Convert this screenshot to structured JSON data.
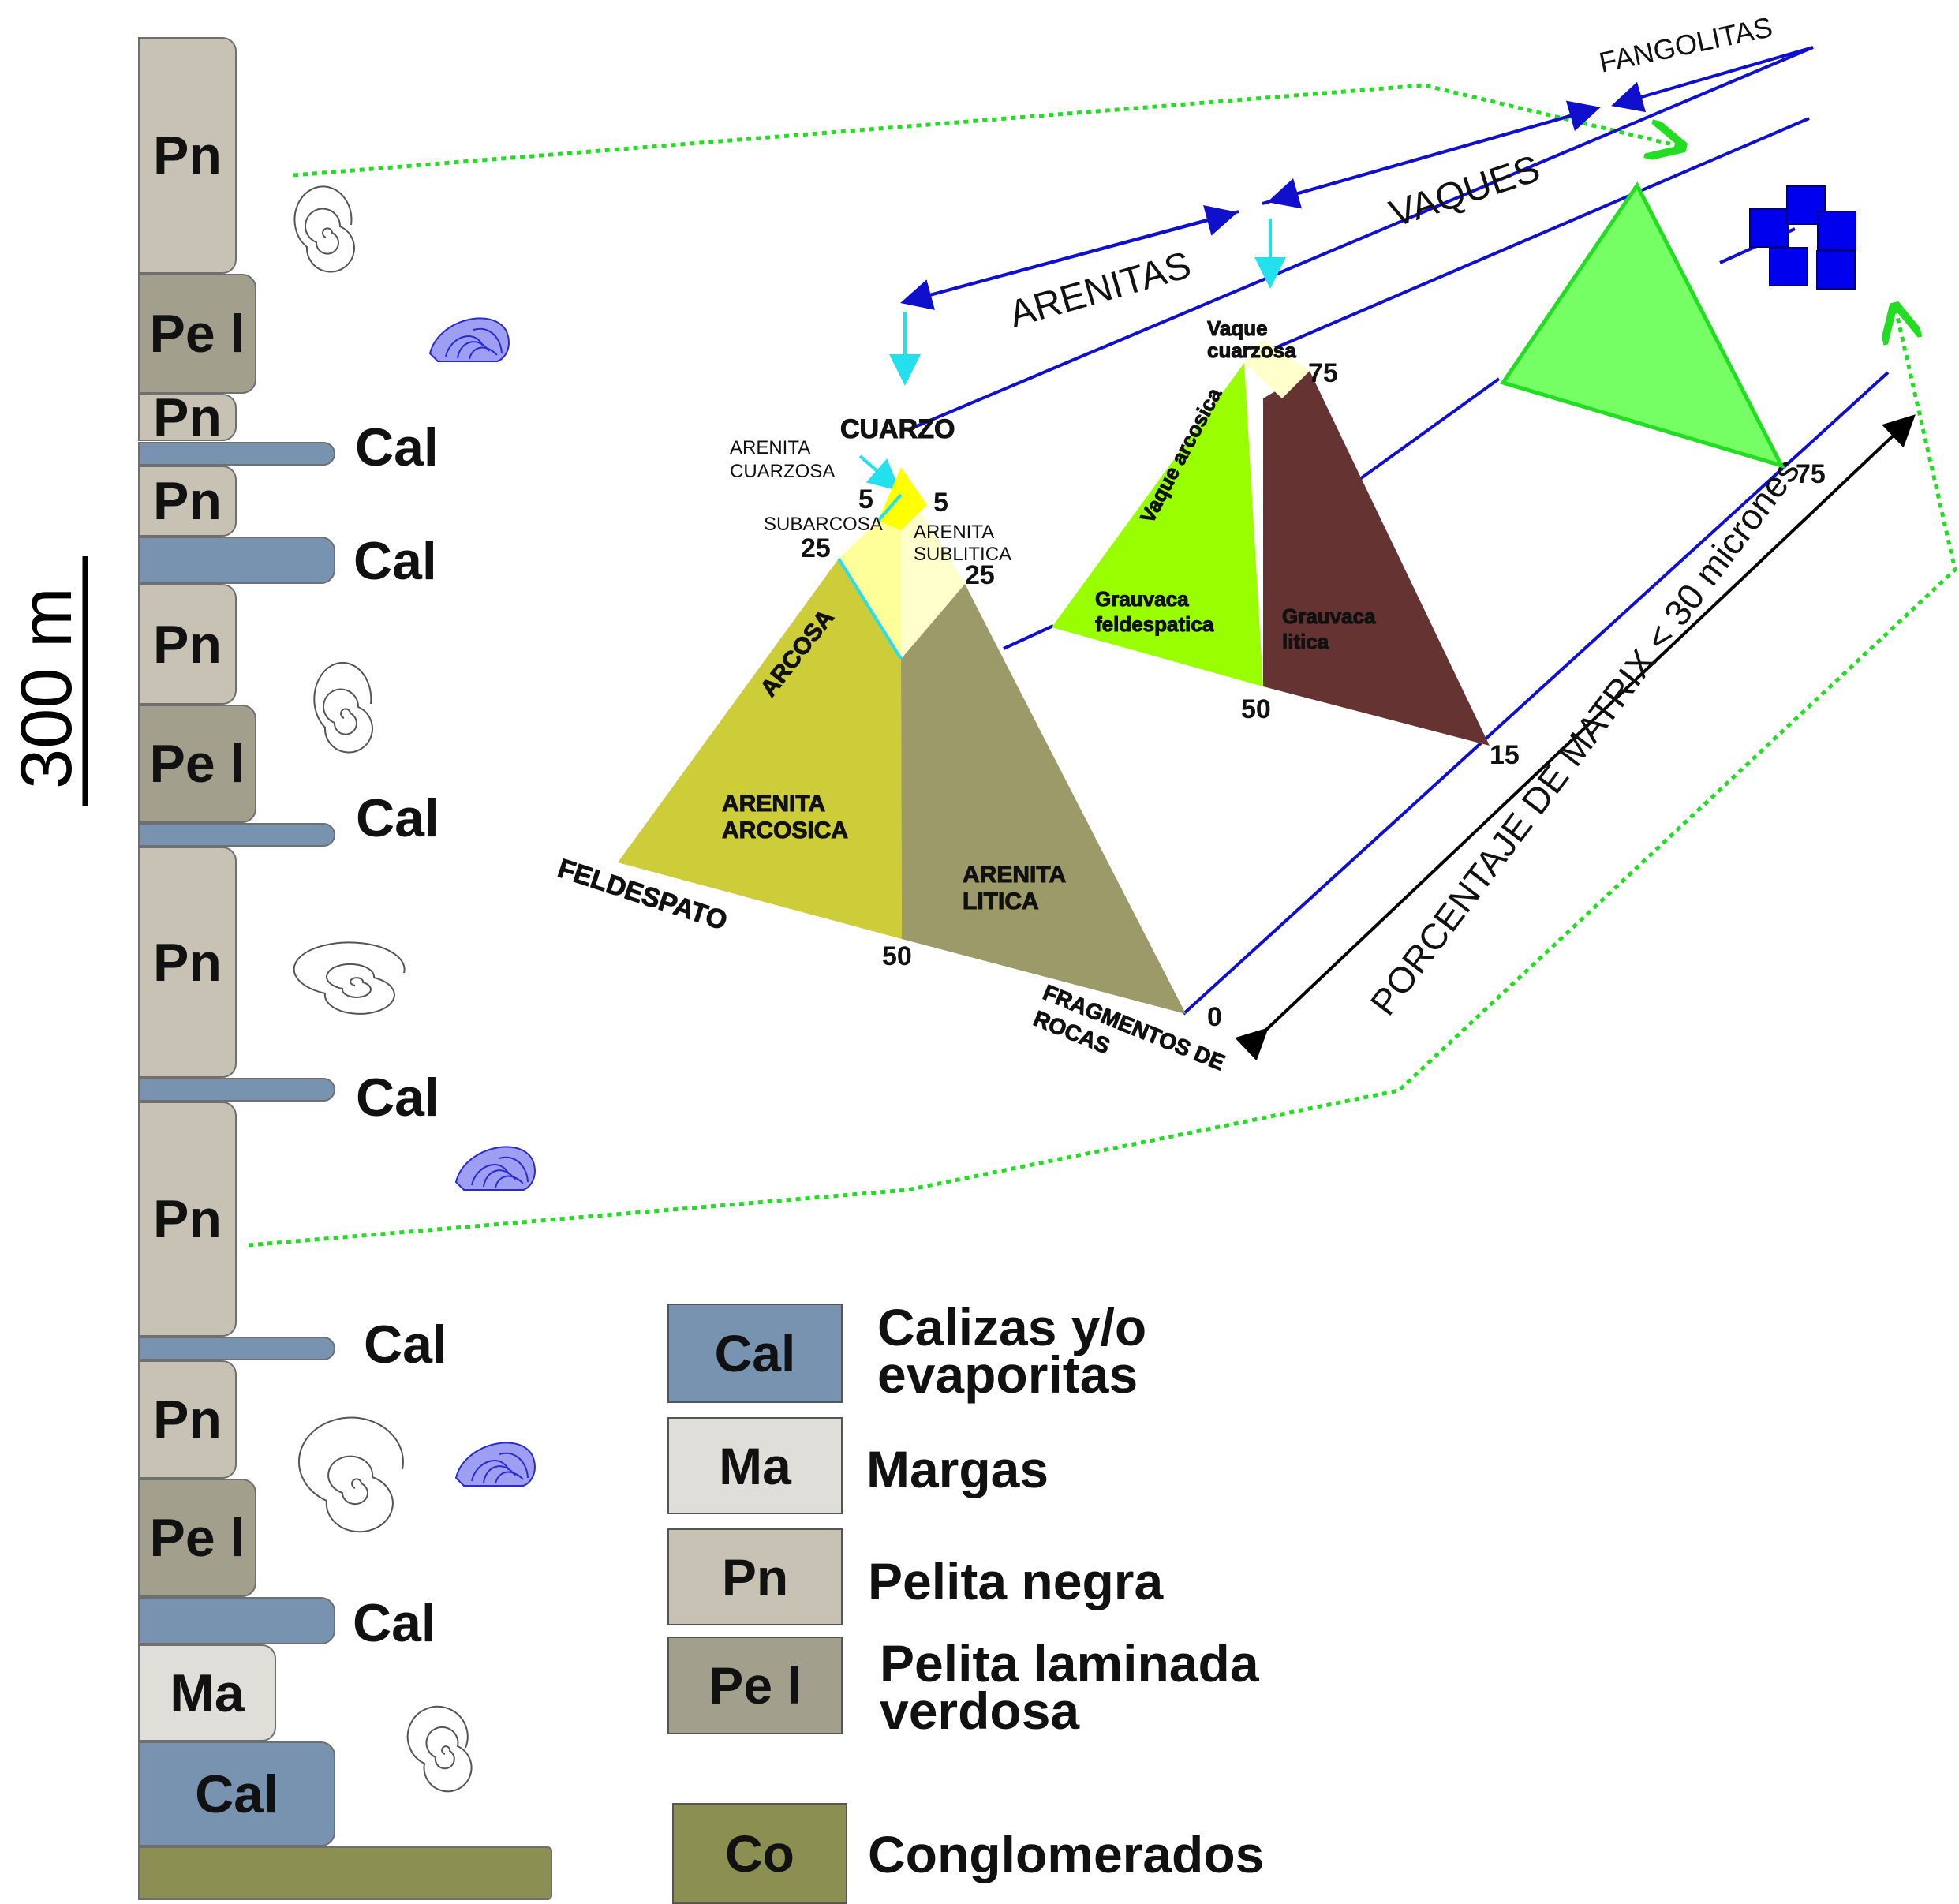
{
  "scale": {
    "label": "300 m"
  },
  "column_beds": [
    {
      "code": "Pn",
      "kind": "pn"
    },
    {
      "code": "Pe l",
      "kind": "pel"
    },
    {
      "code": "Pn",
      "kind": "pn"
    },
    {
      "code": "",
      "kind": "cal"
    },
    {
      "code": "Pn",
      "kind": "pn"
    },
    {
      "code": "",
      "kind": "cal"
    },
    {
      "code": "Pn",
      "kind": "pn"
    },
    {
      "code": "Pe l",
      "kind": "pel"
    },
    {
      "code": "",
      "kind": "cal"
    },
    {
      "code": "Pn",
      "kind": "pn"
    },
    {
      "code": "",
      "kind": "cal"
    },
    {
      "code": "Pn",
      "kind": "pn"
    },
    {
      "code": "",
      "kind": "cal"
    },
    {
      "code": "Pn",
      "kind": "pn"
    },
    {
      "code": "Pe l",
      "kind": "pel"
    },
    {
      "code": "",
      "kind": "cal"
    },
    {
      "code": "Ma",
      "kind": "ma"
    },
    {
      "code": "Cal",
      "kind": "cal"
    },
    {
      "code": "",
      "kind": "co"
    }
  ],
  "cal_labels": [
    "Cal",
    "Cal",
    "Cal",
    "Cal",
    "Cal",
    "Cal"
  ],
  "legend": [
    {
      "code": "Cal",
      "text1": "Calizas y/o",
      "text2": "evaporitas",
      "color": "#7893b0"
    },
    {
      "code": "Ma",
      "text1": "Margas",
      "text2": "",
      "color": "#e0ded8"
    },
    {
      "code": "Pn",
      "text1": "Pelita negra",
      "text2": "",
      "color": "#c7c2b3"
    },
    {
      "code": "Pe l",
      "text1": "Pelita laminada",
      "text2": "verdosa",
      "color": "#a29f8d"
    },
    {
      "code": "Co",
      "text1": "Conglomerados",
      "text2": "",
      "color": "#8b8f52"
    }
  ],
  "diagram": {
    "fangolitas": "FANGOLITAS",
    "vaques": "VAQUES",
    "arenitas": "ARENITAS",
    "matrix_axis": "PORCENTAJE DE MATRIX < 30 micrones",
    "cuarzo": "CUARZO",
    "feldespato": "FELDESPATO",
    "fragmentos_1": "FRAGMENTOS DE",
    "fragmentos_2": "ROCAS",
    "arenita_cuarzosa_1": "ARENITA",
    "arenita_cuarzosa_2": "CUARZOSA",
    "subarcosa": "SUBARCOSA",
    "arenita_sublitica_1": "ARENITA",
    "arenita_sublitica_2": "SUBLITICA",
    "arcosa": "ARCOSA",
    "arenita_arcosica_1": "ARENITA",
    "arenita_arcosica_2": "ARCOSICA",
    "arenita_litica_1": "ARENITA",
    "arenita_litica_2": "LITICA",
    "vaque_cuarzosa_1": "Vaque",
    "vaque_cuarzosa_2": "cuarzosa",
    "vaque_arcosica": "Vaque arcosica",
    "grauvaca_feld_1": "Grauvaca",
    "grauvaca_feld_2": "feldespatica",
    "grauvaca_litica_1": "Grauvaca",
    "grauvaca_litica_2": "litica",
    "n_5a": "5",
    "n_5b": "5",
    "n_25a": "25",
    "n_25b": "25",
    "n_50a": "50",
    "n_0": "0",
    "n_75a": "75",
    "n_50b": "50",
    "n_15": "15",
    "n_75b": "75"
  },
  "colors": {
    "cal": "#7893b0",
    "ma": "#e0ded8",
    "pn": "#c7c2b3",
    "pel": "#a29f8d",
    "co": "#8b8f52",
    "arcosa": "#cdcd3a",
    "litica": "#9b9a68",
    "cuarzosa": "#ffff00",
    "subarcosa": "#ffff99",
    "sublitica": "#ffffcc",
    "vaque_arcosica": "#99ff00",
    "grauvaca_litica": "#663333",
    "vaque_cuarzosa": "#ffffcc",
    "fangolita": "#77ff66",
    "axis_blue": "#1010cc",
    "arrow_cyan": "#22e0ee"
  }
}
